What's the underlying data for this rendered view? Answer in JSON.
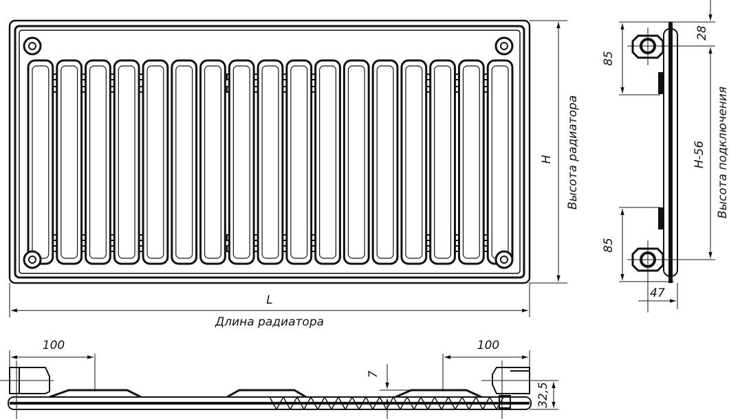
{
  "front_view": {
    "height_symbol": "H",
    "height_caption": "Высота радиатора",
    "length_symbol": "L",
    "length_caption": "Длина радиатора",
    "tube_count": 17
  },
  "side_view": {
    "top_offset": "28",
    "upper_bracket": "85",
    "lower_bracket": "85",
    "connection_height": "H-56",
    "connection_caption": "Высота подключения",
    "depth": "47"
  },
  "bottom_view": {
    "left_bracket": "100",
    "right_bracket": "100",
    "wall_gap": "7",
    "pipe_offset": "32,5"
  },
  "colors": {
    "ink": "#111111",
    "background": "#ffffff"
  }
}
